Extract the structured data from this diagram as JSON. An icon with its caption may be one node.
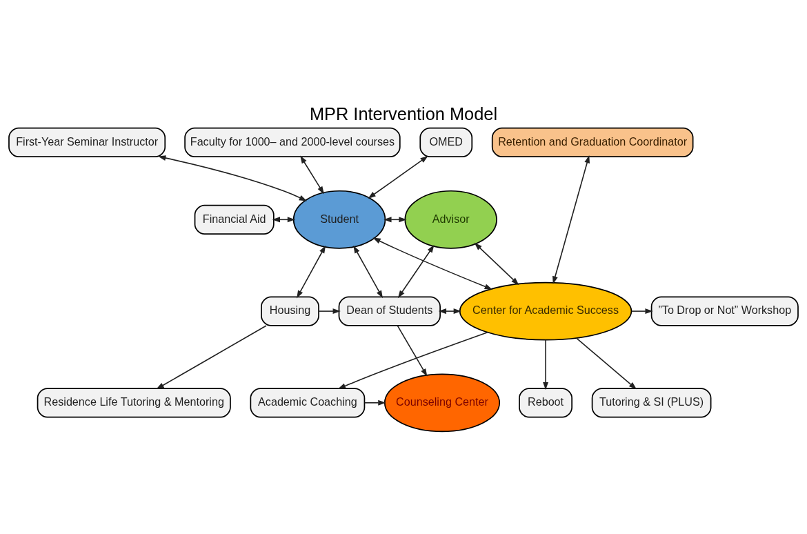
{
  "diagram": {
    "title": "MPR Intervention Model",
    "nodes": [
      {
        "text": [
          "First-Year Seminar Instructor"
        ]
      },
      {
        "text": [
          "Faculty for 1000– and 2000-level courses"
        ]
      },
      {
        "text": [
          "OMED"
        ]
      },
      {
        "text": [
          "Retention and Graduation Coordinator"
        ]
      },
      {
        "text": [
          "Financial Aid"
        ]
      },
      {
        "text": [
          "Student"
        ]
      },
      {
        "text": [
          "Advisor"
        ]
      },
      {
        "text": [
          "Housing"
        ]
      },
      {
        "text": [
          "”To Drop or Not” Workshop"
        ]
      },
      {
        "text": [
          "Dean of Students"
        ]
      },
      {
        "text": [
          "Center for Academic Success"
        ]
      },
      {
        "text": [
          "Tutoring & SI (PLUS)"
        ]
      },
      {
        "text": [
          "Residence Life Tutoring & Mentoring"
        ]
      },
      {
        "text": [
          "Counseling Center"
        ]
      },
      {
        "text": [
          "Reboot"
        ]
      },
      {
        "text": [
          "Academic Coaching"
        ]
      }
    ],
    "edges": [
      {
        "from": 0,
        "to": 5,
        "arrow": "both"
      },
      {
        "from": 1,
        "to": 5,
        "arrow": "both"
      },
      {
        "from": 5,
        "to": 2,
        "arrow": "both"
      },
      {
        "from": 4,
        "to": 5,
        "arrow": "both"
      },
      {
        "from": 5,
        "to": 6,
        "arrow": "both"
      },
      {
        "from": 7,
        "to": 5,
        "arrow": "both"
      },
      {
        "from": 5,
        "to": 9,
        "arrow": "both"
      },
      {
        "from": 5,
        "to": 10,
        "arrow": "both"
      },
      {
        "from": 9,
        "to": 6,
        "arrow": "both"
      },
      {
        "from": 6,
        "to": 10,
        "arrow": "both"
      },
      {
        "from": 10,
        "to": 3,
        "arrow": "both"
      },
      {
        "from": 7,
        "to": 9,
        "arrow": "to"
      },
      {
        "from": 7,
        "to": 12,
        "arrow": "to"
      },
      {
        "from": 9,
        "to": 13,
        "arrow": "to"
      },
      {
        "from": 9,
        "to": 10,
        "arrow": "both"
      },
      {
        "from": 10,
        "to": 8,
        "arrow": "to"
      },
      {
        "from": 10,
        "to": 11,
        "arrow": "to"
      },
      {
        "from": 10,
        "to": 14,
        "arrow": "to"
      },
      {
        "from": 10,
        "to": 15,
        "arrow": "to"
      },
      {
        "from": 15,
        "to": 13,
        "arrow": "to"
      }
    ]
  }
}
